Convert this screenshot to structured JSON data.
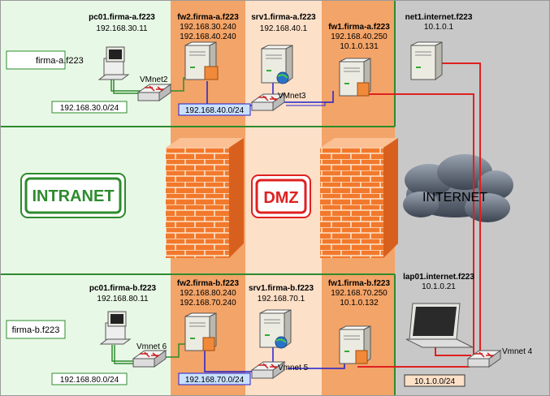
{
  "zones": {
    "top_label": "firma-a.f223",
    "bottom_label": "firma-b.f223",
    "intranet": "INTRANET",
    "dmz": "DMZ",
    "internet": "INTERNET"
  },
  "hosts": {
    "pc01_a": {
      "name": "pc01.firma-a.f223",
      "ip1": "192.168.30.11"
    },
    "fw2_a": {
      "name": "fw2.firma-a.f223",
      "ip1": "192.168.30.240",
      "ip2": "192.168.40.240"
    },
    "srv1_a": {
      "name": "srv1.firma-a.f223",
      "ip1": "192.168.40.1"
    },
    "fw1_a": {
      "name": "fw1.firma-a.f223",
      "ip1": "192.168.40.250",
      "ip2": "10.1.0.131"
    },
    "net1": {
      "name": "net1.internet.f223",
      "ip1": "10.1.0.1"
    },
    "pc01_b": {
      "name": "pc01.firma-b.f223",
      "ip1": "192.168.80.11"
    },
    "fw2_b": {
      "name": "fw2.firma-b.f223",
      "ip1": "192.168.80.240",
      "ip2": "192.168.70.240"
    },
    "srv1_b": {
      "name": "srv1.firma-b.f223",
      "ip1": "192.168.70.1"
    },
    "fw1_b": {
      "name": "fw1.firma-b.f223",
      "ip1": "192.168.70.250",
      "ip2": "10.1.0.132"
    },
    "lap01": {
      "name": "lap01.internet.f223",
      "ip1": "10.1.0.21"
    }
  },
  "switches": {
    "vmnet2": "VMnet2",
    "vmnet3": "VMnet3",
    "vmnet6": "Vmnet 6",
    "vmnet5": "Vmnet 5",
    "vmnet4": "Vmnet 4"
  },
  "subnets": {
    "a30": "192.168.30.0/24",
    "a40": "192.168.40.0/24",
    "b80": "192.168.80.0/24",
    "b70": "192.168.70.0/24",
    "inet": "10.1.0.0/24"
  },
  "colors": {
    "intranet_bg": "#e8f8e6",
    "fw_zone": "#f3a468",
    "dmz_zone": "#fde0c8",
    "internet_bg": "#c8c8c8",
    "green": "#2e8b2e",
    "red": "#e02020",
    "blue": "#2020d0"
  }
}
